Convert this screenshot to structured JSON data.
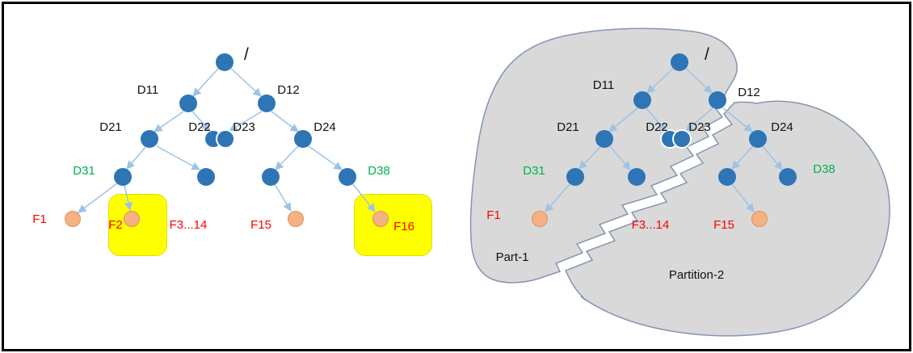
{
  "left_tree": {
    "root": "/",
    "dirs": {
      "d11": "D11",
      "d12": "D12",
      "d21": "D21",
      "d22": "D22",
      "d23": "D23",
      "d24": "D24",
      "d31": "D31",
      "d38": "D38"
    },
    "files": {
      "f1": "F1",
      "f2": "F2",
      "f3_14": "F3...14",
      "f15": "F15",
      "f16": "F16"
    },
    "highlighted_files": [
      "F2",
      "F16"
    ]
  },
  "right_tree": {
    "root": "/",
    "dirs": {
      "d11": "D11",
      "d12": "D12",
      "d21": "D21",
      "d22": "D22",
      "d23": "D23",
      "d24": "D24",
      "d31": "D31",
      "d38": "D38"
    },
    "files": {
      "f1": "F1",
      "f3_14": "F3...14",
      "f15": "F15"
    },
    "partitions": {
      "part1": "Part-1",
      "part2": "Partition-2"
    }
  },
  "colors": {
    "dir_node": "#2E75B6",
    "file_node": "#F4B183",
    "edge": "#9DC3E6",
    "dir_label_green": "#00B050",
    "file_label_red": "#FF0000",
    "highlight_box": "#FFFF00",
    "partition_fill": "#D9D9D9",
    "partition_stroke": "#8496B0"
  }
}
